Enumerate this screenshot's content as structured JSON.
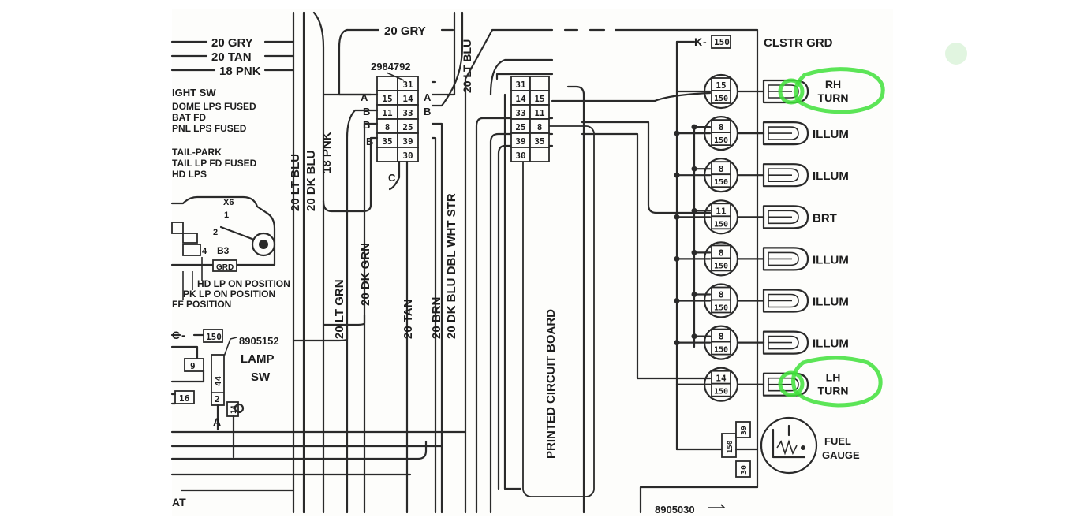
{
  "wires_top": [
    "20 GRY",
    "20 TAN",
    "18 PNK"
  ],
  "wire_top_right": "20 GRY",
  "vertical_lt_blu": "20 LT BLU",
  "connector_1": {
    "part": "2984792",
    "cells": [
      [
        "",
        "31"
      ],
      [
        "15",
        "14"
      ],
      [
        "11",
        "33"
      ],
      [
        "8",
        "25"
      ],
      [
        "35",
        "39"
      ],
      [
        "",
        "30"
      ]
    ],
    "pins_left": [
      "A",
      "B",
      "B",
      "B"
    ],
    "pins_right": [
      "A",
      "B"
    ],
    "pin_bottom": "C"
  },
  "light_sw": {
    "title": "IGHT SW",
    "lines": [
      "DOME LPS FUSED",
      "BAT FD",
      "PNL LPS FUSED",
      "TAIL-PARK",
      "TAIL LP FD FUSED",
      "HD LPS"
    ],
    "switch_labels": [
      "X6",
      "1",
      "2",
      "4",
      "B3",
      "GRD"
    ],
    "positions": [
      "HD LP ON POSITION",
      "PK LP ON POSITION",
      "FF POSITION"
    ]
  },
  "vertical_labels_left": [
    "20 LT BLU",
    "20 DK BLU",
    "18 PNK"
  ],
  "vertical_labels_mid": [
    "20 LT GRN",
    "20 DK GRN",
    "20 TAN",
    "20 BRN",
    "20 DK BLU DBL WHT STR"
  ],
  "lamp_sw": {
    "c_label": "C",
    "c_code": "150",
    "part": "8905152",
    "title_1": "LAMP",
    "title_2": "SW",
    "codes": [
      "9",
      "16",
      "44",
      "2",
      "14"
    ],
    "a_label": "A"
  },
  "bottom_left_text": "AT",
  "connector_2": {
    "cells": [
      [
        "31",
        ""
      ],
      [
        "14",
        "15"
      ],
      [
        "33",
        "11"
      ],
      [
        "25",
        "8"
      ],
      [
        "39",
        "35"
      ],
      [
        "30",
        ""
      ]
    ]
  },
  "pcb_label": "PRINTED CIRCUIT BOARD",
  "k_label": "K",
  "k_code": "150",
  "clstr_grd": "CLSTR GRD",
  "lamps": [
    {
      "top": "15",
      "bottom": "150",
      "label_1": "RH",
      "label_2": "TURN"
    },
    {
      "top": "8",
      "bottom": "150",
      "label_1": "ILLUM",
      "label_2": ""
    },
    {
      "top": "8",
      "bottom": "150",
      "label_1": "ILLUM",
      "label_2": ""
    },
    {
      "top": "11",
      "bottom": "150",
      "label_1": "BRT",
      "label_2": ""
    },
    {
      "top": "8",
      "bottom": "150",
      "label_1": "ILLUM",
      "label_2": ""
    },
    {
      "top": "8",
      "bottom": "150",
      "label_1": "ILLUM",
      "label_2": ""
    },
    {
      "top": "8",
      "bottom": "150",
      "label_1": "ILLUM",
      "label_2": ""
    },
    {
      "top": "14",
      "bottom": "150",
      "label_1": "LH",
      "label_2": "TURN"
    }
  ],
  "gauge_codes": [
    "39",
    "150",
    "30"
  ],
  "fuel_gauge": [
    "FUEL",
    "GAUGE"
  ],
  "bottom_part": "8905030",
  "colors": {
    "ink": "#2a2a2a",
    "highlight": "#3fe03a",
    "paper": "#fdfdfb"
  }
}
